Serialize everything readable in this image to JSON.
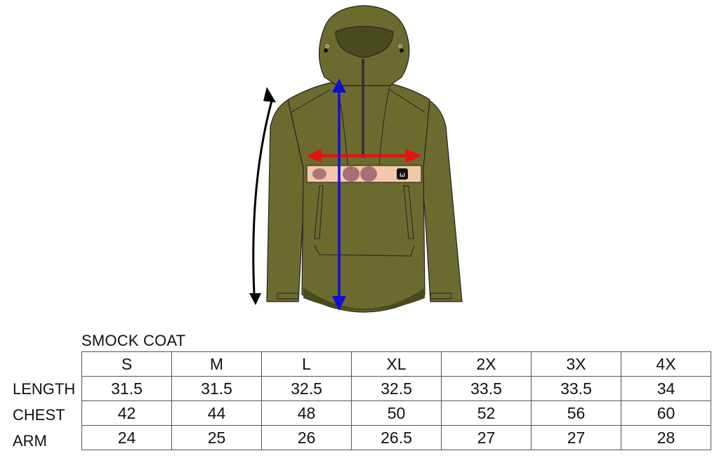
{
  "illustration": {
    "subject": "smock-coat-jacket",
    "colors": {
      "jacket": "#6b6b2f",
      "jacket_dark": "#4a4a1f",
      "outline": "#222222",
      "camo_band": "#f2c9a8",
      "camo_spot": "#9a6070",
      "length_arrow": "#1010d0",
      "chest_arrow": "#e81010",
      "arm_arrow": "#000000"
    },
    "arrows": {
      "length": "length-measure-arrow",
      "chest": "chest-measure-arrow",
      "arm": "arm-measure-arrow"
    }
  },
  "table": {
    "title": "SMOCK COAT",
    "sizes": [
      "S",
      "M",
      "L",
      "XL",
      "2X",
      "3X",
      "4X"
    ],
    "rows": [
      {
        "label": "LENGTH",
        "values": [
          "31.5",
          "31.5",
          "32.5",
          "32.5",
          "33.5",
          "33.5",
          "34"
        ]
      },
      {
        "label": "CHEST",
        "values": [
          "42",
          "44",
          "48",
          "50",
          "52",
          "56",
          "60"
        ]
      },
      {
        "label": "ARM",
        "values": [
          "24",
          "25",
          "26",
          "26.5",
          "27",
          "27",
          "28"
        ]
      }
    ]
  }
}
